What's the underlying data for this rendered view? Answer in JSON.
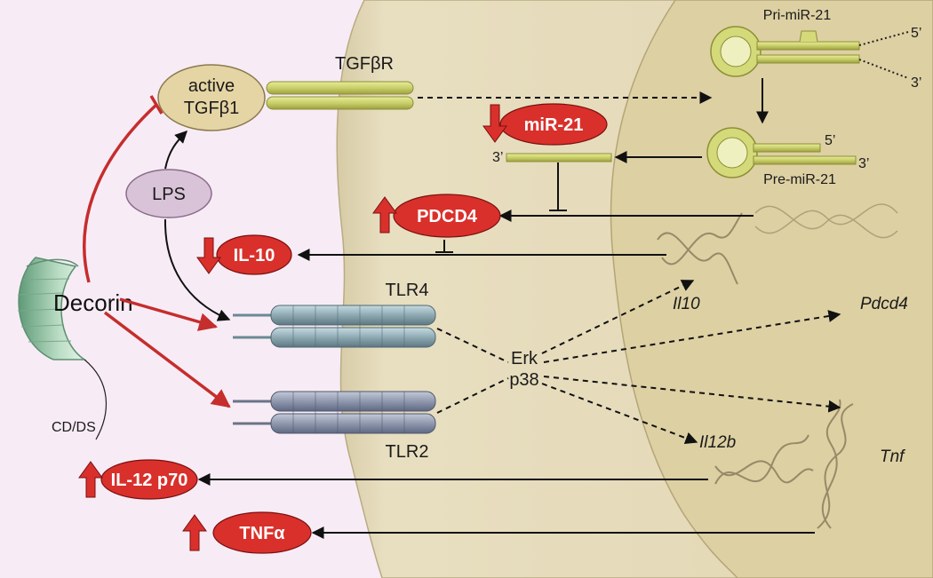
{
  "labels": {
    "pri_mir21": "Pri-miR-21",
    "pre_mir21": "Pre-miR-21",
    "five_prime": "5’",
    "three_prime": "3’",
    "tgfbr": "TGFβR",
    "active": "active",
    "tgfb1": "TGFβ1",
    "lps": "LPS",
    "decorin": "Decorin",
    "cdds": "CD/DS",
    "tlr4": "TLR4",
    "tlr2": "TLR2",
    "erk": "Erk",
    "p38": "p38"
  },
  "pills": {
    "mir21": "miR-21",
    "pdcd4": "PDCD4",
    "il10": "IL-10",
    "il12": "IL-12 p70",
    "tnfa": "TNFα"
  },
  "genes": {
    "il10": "Il10",
    "pdcd4": "Pdcd4",
    "il12b": "Il12b",
    "tnf": "Tnf"
  },
  "colors": {
    "background": "#f7ecf5",
    "cell": "#e6dbb9",
    "nucleus": "#dccd9f",
    "pill_red": "#d9302b",
    "inhibit_red": "#c62d2d",
    "receptor_yellow": "#c9cf6a",
    "tlr4_blue": "#8fa9b3",
    "tlr2_blue": "#8f98ad",
    "decorin_green": "#a8cdb4"
  }
}
